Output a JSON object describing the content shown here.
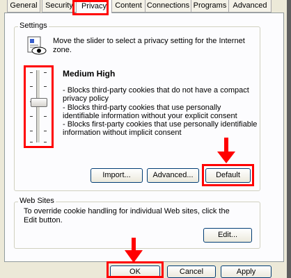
{
  "tabs": [
    "General",
    "Security",
    "Privacy",
    "Content",
    "Connections",
    "Programs",
    "Advanced"
  ],
  "settings": {
    "group_label": "Settings",
    "intro": "Move the slider to select a privacy setting for the Internet zone.",
    "level_title": "Medium High",
    "bullets": [
      "- Blocks third-party cookies that do not have a compact privacy policy",
      "- Blocks third-party cookies that use personally identifiable information without your explicit consent",
      "- Blocks first-party cookies that use personally identifiable information without implicit consent"
    ],
    "import_label": "Import...",
    "advanced_label": "Advanced...",
    "default_label": "Default"
  },
  "websites": {
    "group_label": "Web Sites",
    "text": "To override cookie handling for individual Web sites, click the Edit button.",
    "edit_label": "Edit..."
  },
  "footer": {
    "ok_label": "OK",
    "cancel_label": "Cancel",
    "apply_label": "Apply"
  },
  "colors": {
    "highlight": "#ff0000",
    "dialog_bg": "#ece9d8",
    "panel_bg": "#fcfcfe"
  }
}
